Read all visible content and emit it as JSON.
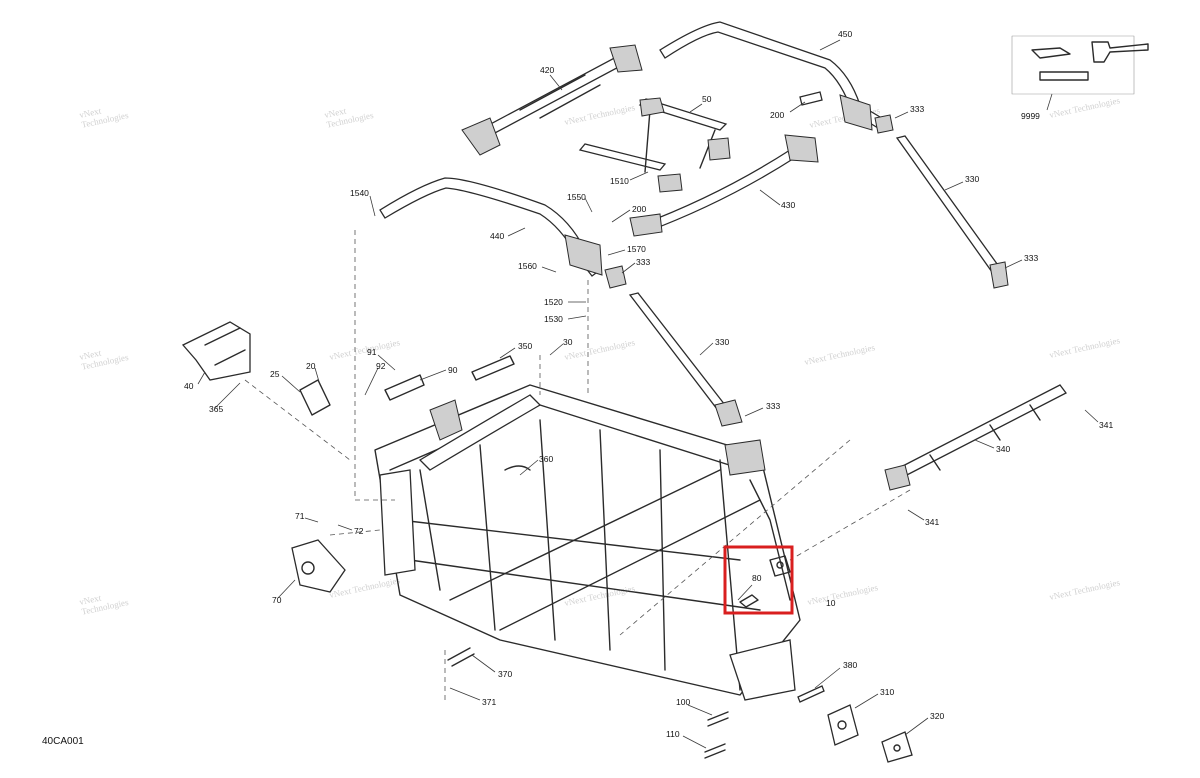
{
  "figure_code": "40CA001",
  "highlight_callout": "80",
  "callouts": [
    {
      "id": "c420",
      "label": "420"
    },
    {
      "id": "c450",
      "label": "450"
    },
    {
      "id": "c50",
      "label": "50"
    },
    {
      "id": "c200a",
      "label": "200"
    },
    {
      "id": "c333a",
      "label": "333"
    },
    {
      "id": "c9999",
      "label": "9999"
    },
    {
      "id": "c1510",
      "label": "1510"
    },
    {
      "id": "c430",
      "label": "430"
    },
    {
      "id": "c330a",
      "label": "330"
    },
    {
      "id": "c1540",
      "label": "1540"
    },
    {
      "id": "c1550",
      "label": "1550"
    },
    {
      "id": "c200b",
      "label": "200"
    },
    {
      "id": "c440",
      "label": "440"
    },
    {
      "id": "c1570",
      "label": "1570"
    },
    {
      "id": "c333b",
      "label": "333"
    },
    {
      "id": "c333c",
      "label": "333"
    },
    {
      "id": "c1560",
      "label": "1560"
    },
    {
      "id": "c1520",
      "label": "1520"
    },
    {
      "id": "c1530",
      "label": "1530"
    },
    {
      "id": "c330b",
      "label": "330"
    },
    {
      "id": "c333d",
      "label": "333"
    },
    {
      "id": "c40",
      "label": "40"
    },
    {
      "id": "c365",
      "label": "365"
    },
    {
      "id": "c25",
      "label": "25"
    },
    {
      "id": "c20",
      "label": "20"
    },
    {
      "id": "c91",
      "label": "91"
    },
    {
      "id": "c92",
      "label": "92"
    },
    {
      "id": "c90",
      "label": "90"
    },
    {
      "id": "c350",
      "label": "350"
    },
    {
      "id": "c30",
      "label": "30"
    },
    {
      "id": "c360",
      "label": "360"
    },
    {
      "id": "c341a",
      "label": "341"
    },
    {
      "id": "c340",
      "label": "340"
    },
    {
      "id": "c341b",
      "label": "341"
    },
    {
      "id": "c71",
      "label": "71"
    },
    {
      "id": "c72",
      "label": "72"
    },
    {
      "id": "c70",
      "label": "70"
    },
    {
      "id": "c80",
      "label": "80"
    },
    {
      "id": "c10",
      "label": "10"
    },
    {
      "id": "c380",
      "label": "380"
    },
    {
      "id": "c370",
      "label": "370"
    },
    {
      "id": "c371",
      "label": "371"
    },
    {
      "id": "c310",
      "label": "310"
    },
    {
      "id": "c100",
      "label": "100"
    },
    {
      "id": "c320",
      "label": "320"
    },
    {
      "id": "c110",
      "label": "110"
    }
  ],
  "watermark": {
    "line1": "vNext",
    "line2": "Technologies",
    "combined": "vNext Technologies"
  }
}
